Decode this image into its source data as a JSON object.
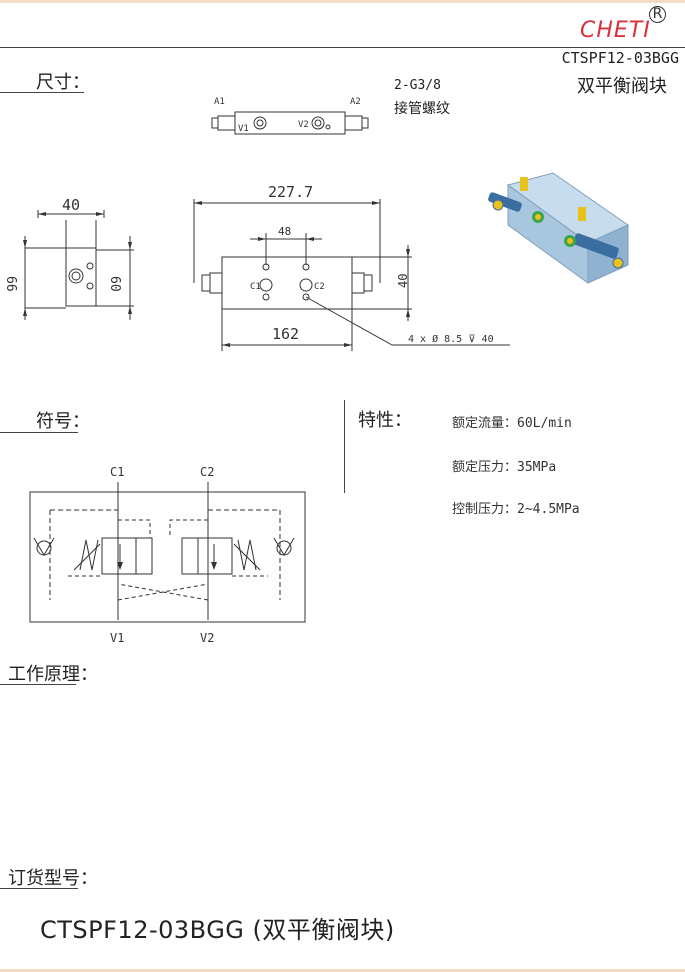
{
  "header": {
    "brand": "CHETI",
    "registered": "R",
    "model": "CTSPF12-03BGG",
    "product_name": "双平衡阀块"
  },
  "sections": {
    "dimensions": "尺寸：",
    "symbol": "符号：",
    "features": "特性：",
    "principle": "工作原理：",
    "order": "订货型号："
  },
  "top_view": {
    "port_a1": "A1",
    "port_a2": "A2",
    "port_v1": "V1",
    "port_v2": "V2",
    "thread": "2-G3/8",
    "thread_desc": "接管螺纹"
  },
  "side_view": {
    "width": "40",
    "height_left": "66",
    "height_right": "60"
  },
  "front_view": {
    "overall_length": "227.7",
    "port_spacing": "48",
    "body_length": "162",
    "body_height": "40",
    "port_c1": "C1",
    "port_c2": "C2",
    "holes": "4 x Ø 8.5 ⊽ 40"
  },
  "schematic": {
    "c1": "C1",
    "c2": "C2",
    "v1": "V1",
    "v2": "V2"
  },
  "specs": [
    {
      "label": "额定流量：",
      "value": "60L/min"
    },
    {
      "label": "额定压力：",
      "value": "35MPa"
    },
    {
      "label": "控制压力：",
      "value": "2~4.5MPa"
    }
  ],
  "order_model": "CTSPF12-03BGG (双平衡阀块)",
  "colors": {
    "brand": "#d8313a",
    "iso_body": "#a9c6df",
    "iso_cartridge": "#3b6ea0",
    "iso_accent": "#e8c21a",
    "iso_ring": "#3aa64a"
  }
}
